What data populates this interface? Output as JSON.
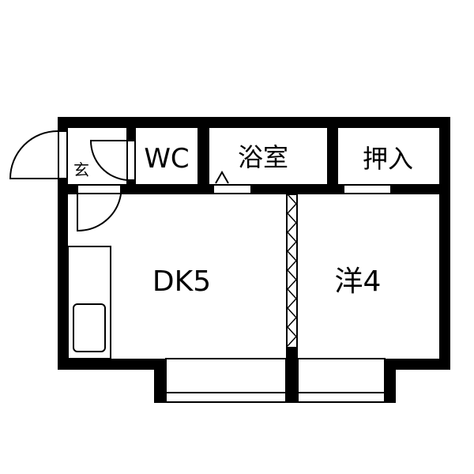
{
  "floor_plan": {
    "rooms": {
      "entrance": "玄",
      "toilet": "WC",
      "bathroom": "浴室",
      "closet": "押入",
      "dining_kitchen": "DK5",
      "western_room": "洋4"
    },
    "colors": {
      "wall": "#000000",
      "background": "#ffffff"
    }
  }
}
